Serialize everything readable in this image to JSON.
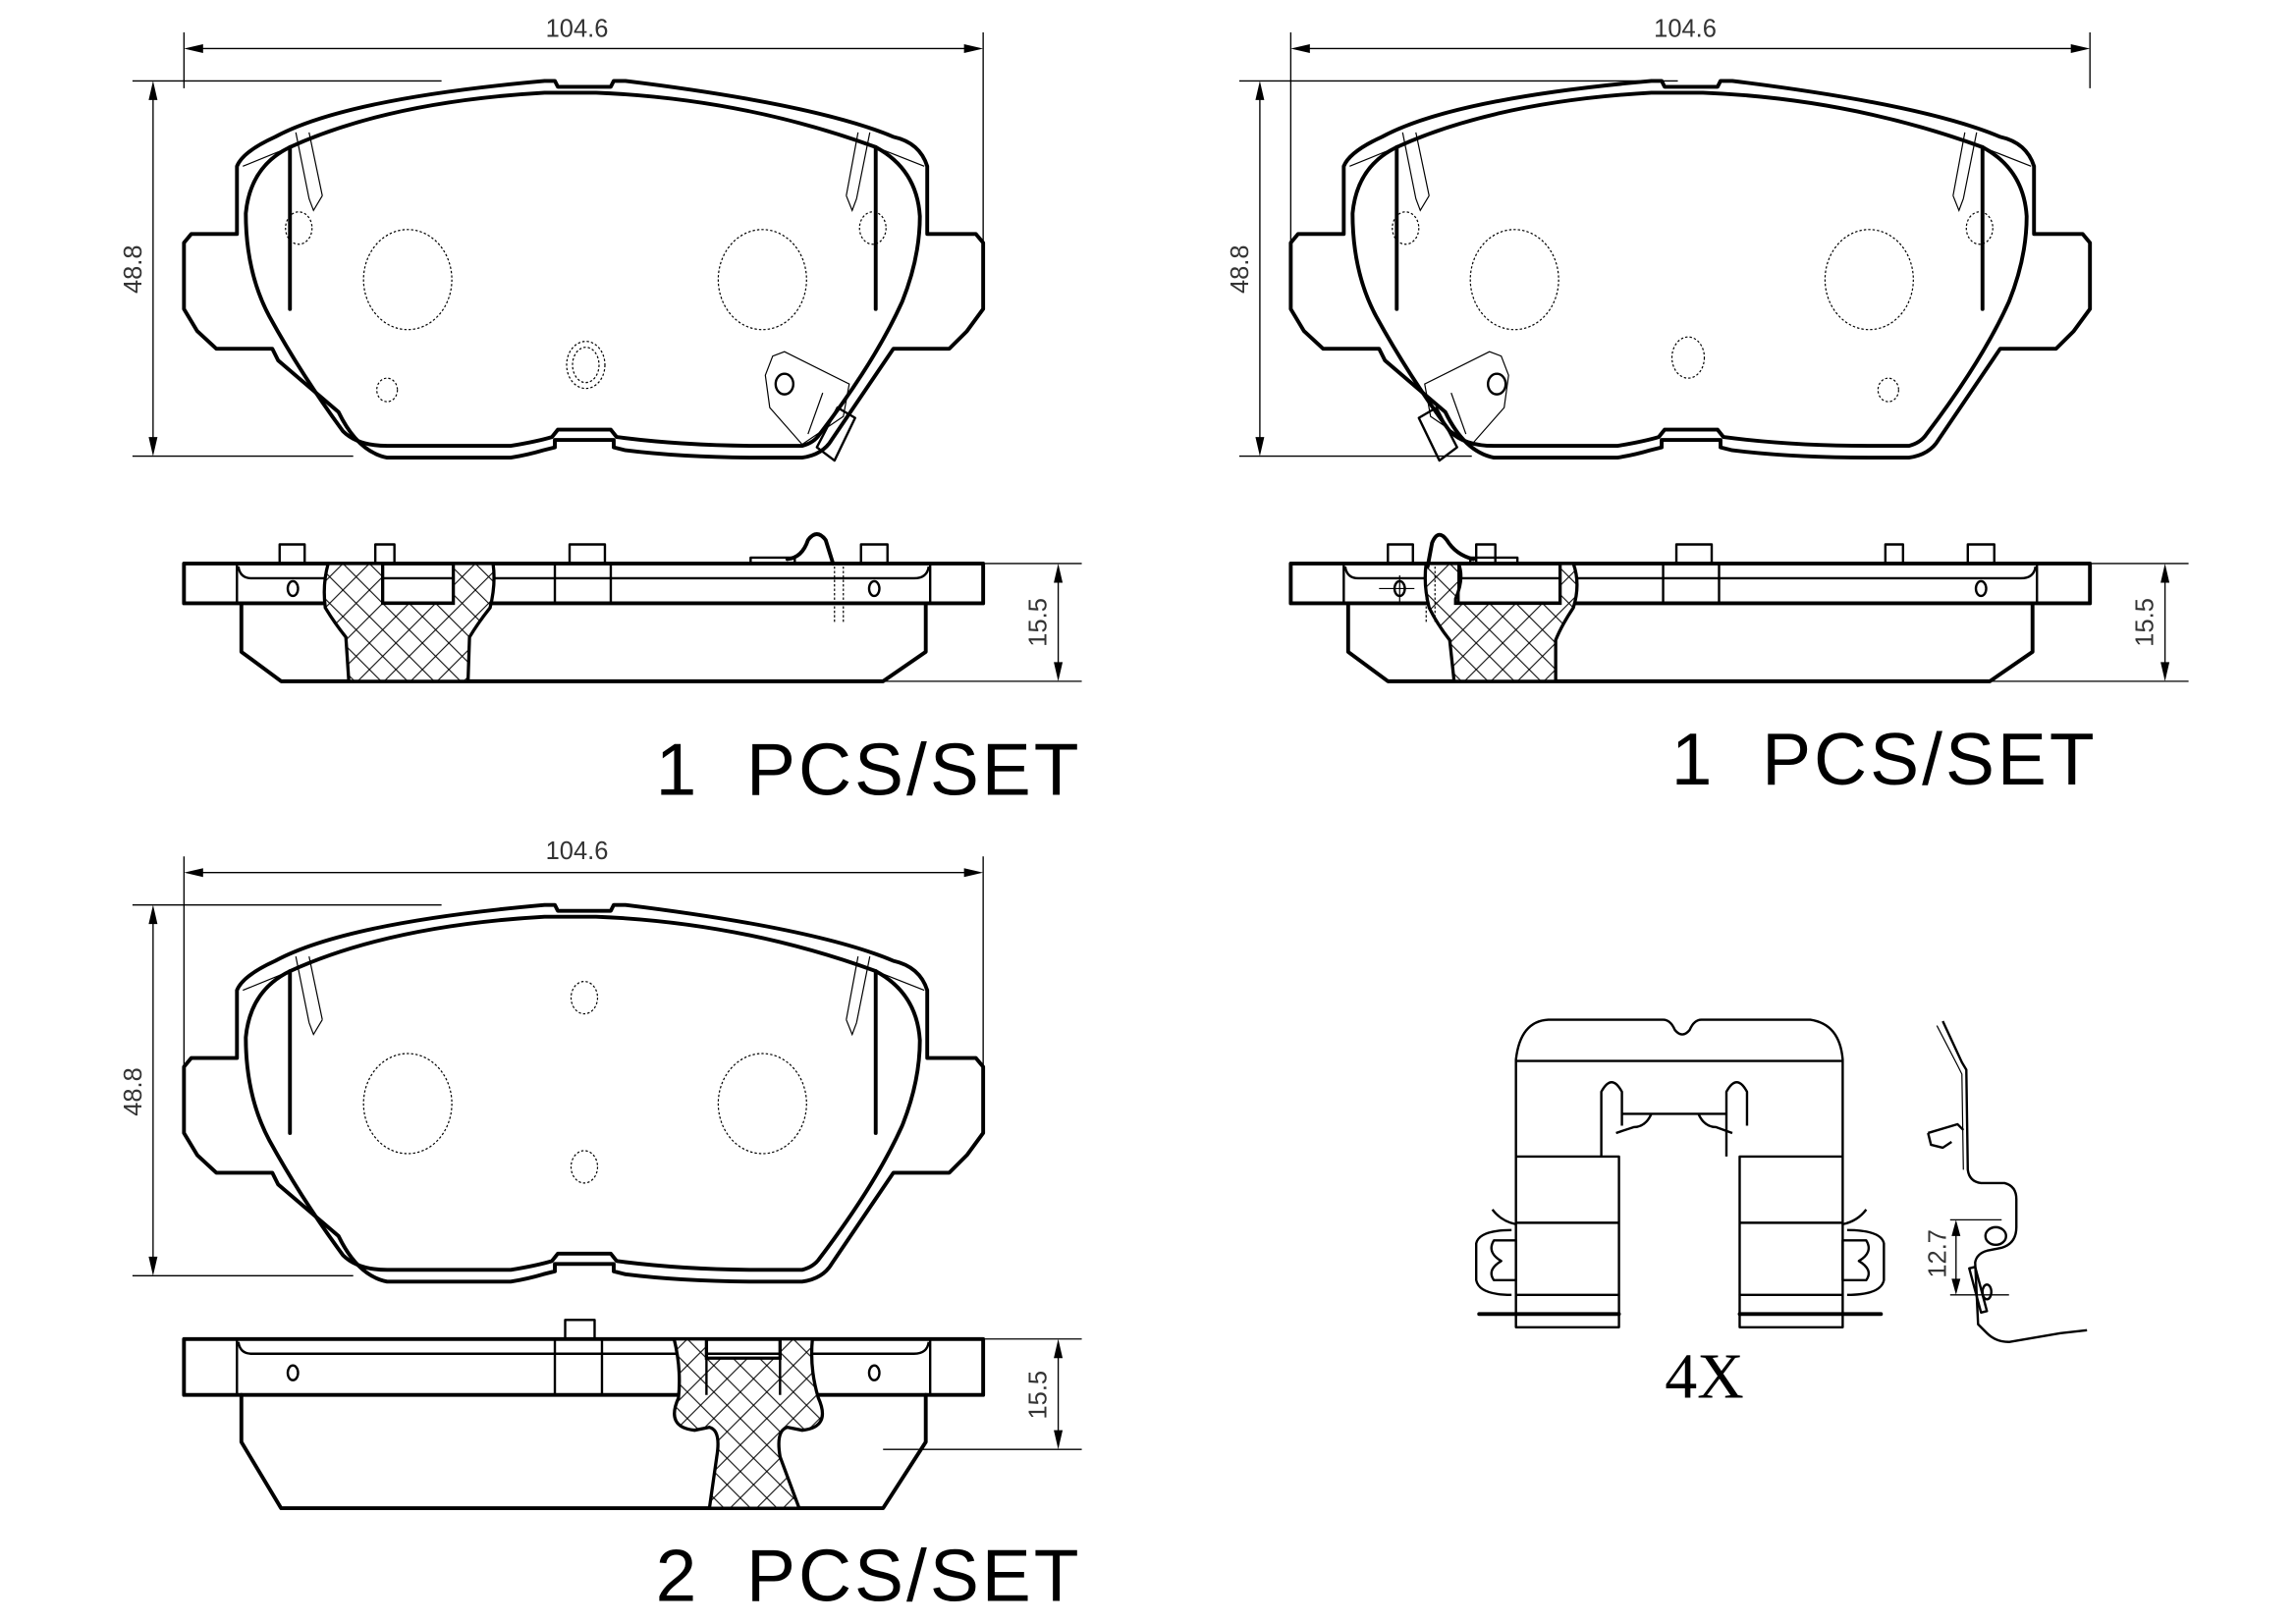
{
  "drawing": {
    "type": "brake pad technical drawing",
    "background_color": "#ffffff",
    "line_color": "#000000"
  },
  "pads": [
    {
      "id": "pad-a",
      "views": [
        "front",
        "side"
      ],
      "width_dim": "104.6",
      "height_dim": "48.8",
      "thickness_dim": "15.5",
      "quantity_label": "1  PCS/SET",
      "features": [
        "wear-sensor-tab",
        "spring-clip-on-backplate",
        "two-shim-pins",
        "center-hole"
      ]
    },
    {
      "id": "pad-b",
      "views": [
        "front",
        "side"
      ],
      "width_dim": "104.6",
      "height_dim": "48.8",
      "thickness_dim": "15.5",
      "quantity_label": "1  PCS/SET",
      "features": [
        "wear-sensor-tab-mirrored",
        "spring-clip-on-backplate"
      ]
    },
    {
      "id": "pad-c",
      "views": [
        "front",
        "side"
      ],
      "width_dim": "104.6",
      "height_dim": "48.8",
      "thickness_dim": "15.5",
      "quantity_label": "2  PCS/SET",
      "features": [
        "no-wear-sensor",
        "two-small-holes"
      ]
    }
  ],
  "hardware": {
    "id": "abutment-clip",
    "height_dim": "12.7",
    "quantity_label": "4X"
  }
}
